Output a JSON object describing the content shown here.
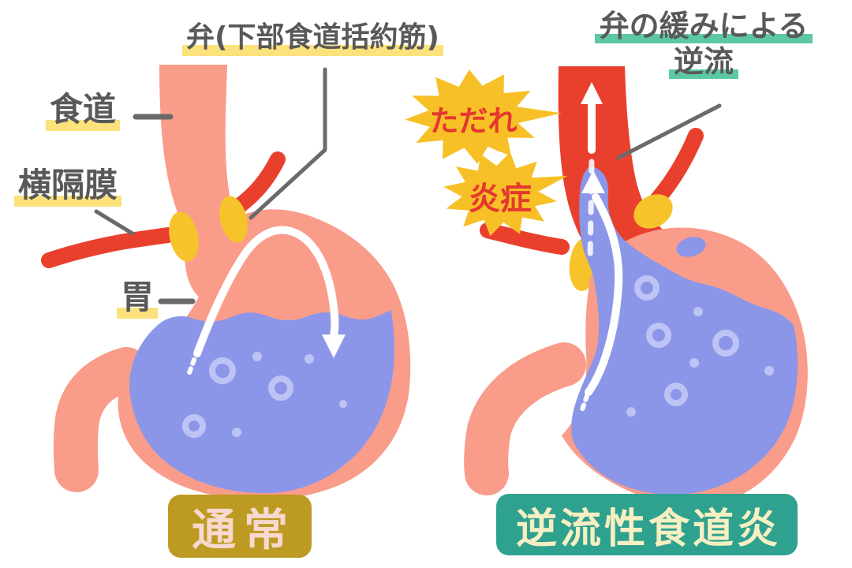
{
  "panels": {
    "normal": {
      "badge": "通常",
      "labels": {
        "valve": "弁(下部食道括約筋)",
        "esophagus": "食道",
        "diaphragm": "横隔膜",
        "stomach": "胃"
      }
    },
    "reflux": {
      "badge": "逆流性食道炎",
      "annotation": {
        "line1": "弁の緩みによる",
        "line2": "逆流"
      },
      "callouts": {
        "erosion": "ただれ",
        "inflammation": "炎症"
      }
    }
  },
  "colors": {
    "salmon": "#F99C8A",
    "red": "#E9402E",
    "liquid": "#8C96E8",
    "bubble": "#BDC3F4",
    "valve": "#F6C32A",
    "hl-yellow": "#FBE27C",
    "hl-green": "#5CC9A2",
    "badge-olive": "#BD9A22",
    "badge-olive-text": "#F8D9D0",
    "badge-teal": "#2FA18F",
    "badge-teal-text": "#F6EFC2",
    "ink": "#595959",
    "star": "#F7C027",
    "star-text": "#E5372F",
    "pointer": "#6A6A6A",
    "arrow-white": "#FFFFFF"
  }
}
